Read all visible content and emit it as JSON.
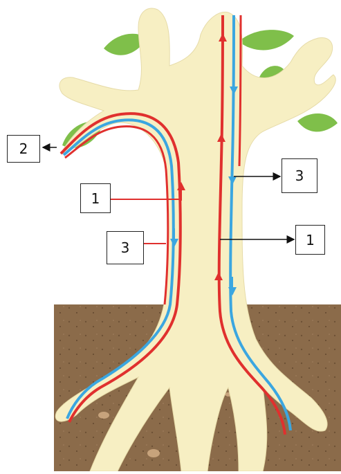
{
  "labels": {
    "phloem_left": "1",
    "phloem_right": "1",
    "leaf_output": "2",
    "xylem_left": "3",
    "xylem_right": "3"
  },
  "colors": {
    "soil": "#8a6a4a",
    "trunk": "#f7efc3",
    "leaf": "#7fbf4a",
    "phloem": "#e0302e",
    "xylem": "#3ba6e0"
  },
  "icons": {
    "arrow": "arrow-icon"
  }
}
